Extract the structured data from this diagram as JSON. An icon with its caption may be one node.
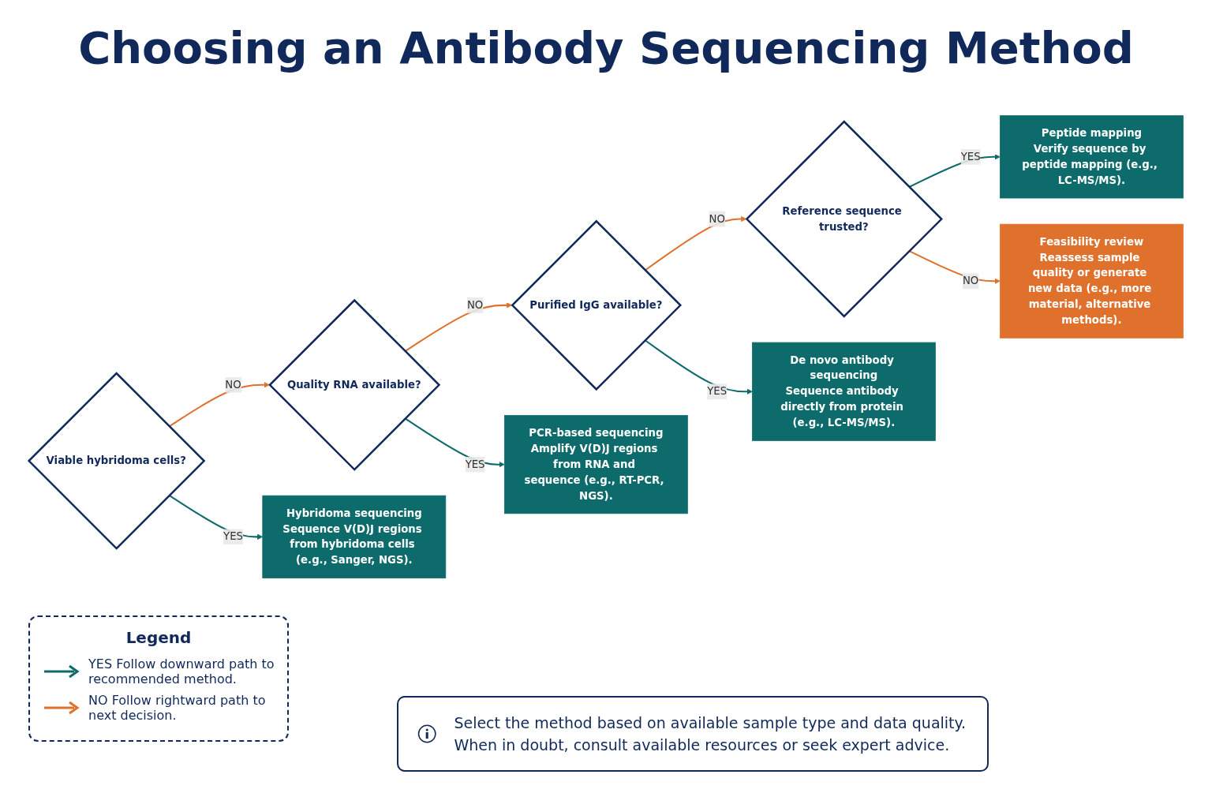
{
  "diagram": {
    "title": "Choosing an Antibody Sequencing Method",
    "nodes": [
      {
        "text": [
          "Viable hybridoma cells?"
        ]
      },
      {
        "text": [
          "Quality RNA available?"
        ]
      },
      {
        "text": [
          "Purified IgG available?"
        ]
      },
      {
        "text": [
          "Reference sequence trusted?"
        ]
      },
      {
        "text": [
          "Hybridoma sequencing",
          "Sequence V(D)J regions from hybridoma cells (e.g., Sanger, NGS)."
        ]
      },
      {
        "text": [
          "PCR-based sequencing",
          "Amplify V(D)J regions from RNA and sequence (e.g., RT-PCR, NGS)."
        ]
      },
      {
        "text": [
          "De novo antibody sequencing",
          "Sequence antibody directly from protein (e.g., LC-MS/MS)."
        ]
      },
      {
        "text": [
          "Peptide mapping",
          "Verify sequence by peptide mapping (e.g., LC-MS/MS)."
        ]
      },
      {
        "text": [
          "Feasibility review",
          "Reassess sample quality or generate new data (e.g., more material, alternative methods)."
        ]
      }
    ],
    "edges": [
      {
        "from": 0,
        "to": 4,
        "arrow": "to",
        "label": "YES",
        "color": "#0e6b6b"
      },
      {
        "from": 0,
        "to": 1,
        "arrow": "to",
        "label": "NO",
        "color": "#e0712c"
      },
      {
        "from": 1,
        "to": 5,
        "arrow": "to",
        "label": "YES",
        "color": "#0e6b6b"
      },
      {
        "from": 1,
        "to": 2,
        "arrow": "to",
        "label": "NO",
        "color": "#e0712c"
      },
      {
        "from": 2,
        "to": 6,
        "arrow": "to",
        "label": "YES",
        "color": "#0e6b6b"
      },
      {
        "from": 2,
        "to": 3,
        "arrow": "to",
        "label": "NO",
        "color": "#e0712c"
      },
      {
        "from": 3,
        "to": 7,
        "arrow": "to",
        "label": "YES",
        "color": "#0e6b6b"
      },
      {
        "from": 3,
        "to": 8,
        "arrow": "to",
        "label": "NO",
        "color": "#e0712c"
      }
    ],
    "labels": [
      "Legend",
      "Select the method based on available sample type and data quality. When in doubt, consult available resources or seek expert advice."
    ],
    "legend": [
      {
        "text": "YES Follow downward path to recommended method."
      },
      {
        "text": "NO Follow rightward path to next decision."
      }
    ]
  }
}
